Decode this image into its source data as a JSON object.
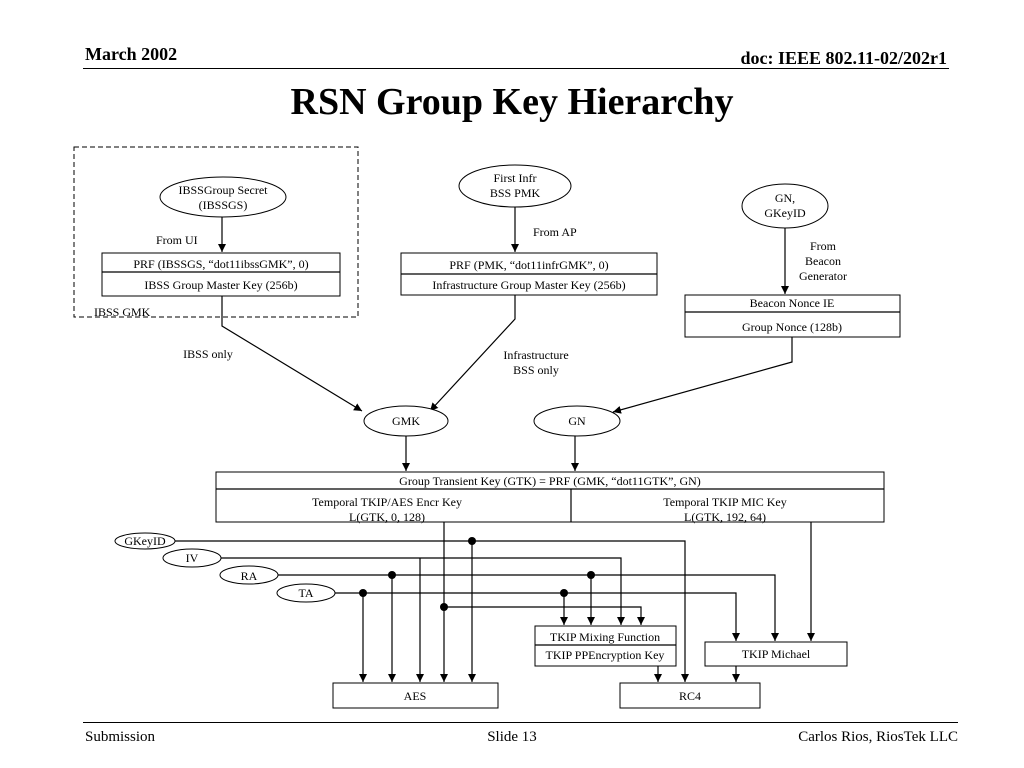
{
  "header": {
    "date": "March 2002",
    "doc": "doc: IEEE 802.11-02/202r1"
  },
  "title": "RSN Group Key Hierarchy",
  "ibss": {
    "secret_line1": "IBSSGroup Secret",
    "secret_line2": "(IBSSGS)",
    "from_label": "From UI",
    "prf": "PRF (IBSSGS, “dot11ibssGMK”, 0)",
    "gmk": "IBSS Group Master Key (256b)",
    "group_label": "IBSS GMK",
    "only_label": "IBSS only"
  },
  "infra": {
    "pmk_line1": "First Infr",
    "pmk_line2": "BSS PMK",
    "from_label": "From AP",
    "prf": "PRF (PMK, “dot11infrGMK”, 0)",
    "gmk": "Infrastructure Group Master Key (256b)",
    "only_line1": "Infrastructure",
    "only_line2": "BSS only"
  },
  "beacon": {
    "gn_line1": "GN,",
    "gn_line2": "GKeyID",
    "from_line1": "From",
    "from_line2": "Beacon",
    "from_line3": "Generator",
    "nonce_ie": "Beacon Nonce IE",
    "group_nonce": "Group Nonce (128b)"
  },
  "nodes": {
    "gmk": "GMK",
    "gn": "GN"
  },
  "gtk": {
    "header": "Group Transient Key (GTK) = PRF (GMK, “dot11GTK”, GN)",
    "encr_line1": "Temporal TKIP/AES Encr Key",
    "encr_line2": "L(GTK, 0, 128)",
    "mic_line1": "Temporal TKIP MIC Key",
    "mic_line2": "L(GTK, 192, 64)"
  },
  "inputs": {
    "gkeyid": "GKeyID",
    "iv": "IV",
    "ra": "RA",
    "ta": "TA"
  },
  "tkip": {
    "mixing": "TKIP Mixing Function",
    "ppencryption": "TKIP PPEncryption Key",
    "michael": "TKIP Michael"
  },
  "ciphers": {
    "aes": "AES",
    "rc4": "RC4"
  },
  "footer": {
    "left": "Submission",
    "slide": "Slide 13",
    "author": "Carlos Rios, RiosTek LLC"
  }
}
